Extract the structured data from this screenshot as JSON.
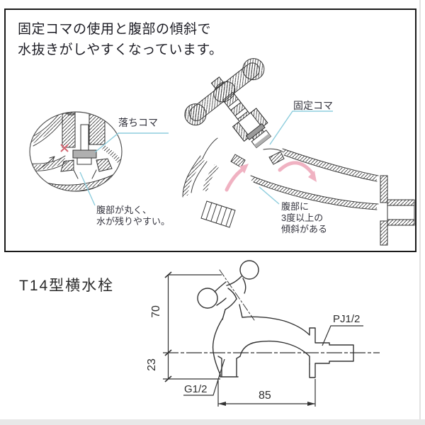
{
  "theme": {
    "ink": "#1c1c24",
    "line": "#333333",
    "leader_blue": "#8ecddd",
    "arrow_pink": "#f0b2c2",
    "cross_red": "#d26470",
    "koma_gray": "#b0b0b0",
    "bar_gray": "#e8e8e8",
    "border_black": "#1a1a1a"
  },
  "info_box": {
    "title_line1": "固定コマの使用と腹部の傾斜で",
    "title_line2": "水抜きがしやすくなっています。",
    "detail_view": {
      "label_drop_koma": "落ちコマ",
      "note_line1": "腹部が丸く、",
      "note_line2": "水が残りやすい。"
    },
    "main_view": {
      "label_fixed_koma": "固定コマ",
      "note_line1": "腹部に",
      "note_line2": "3度以上の",
      "note_line3": "傾斜がある"
    }
  },
  "product": {
    "name": "T14型横水栓",
    "drawing": {
      "dim_height_upper": "70",
      "dim_height_lower": "23",
      "dim_width": "85",
      "thread_outlet": "PJ1/2",
      "thread_inlet": "G1/2"
    }
  }
}
